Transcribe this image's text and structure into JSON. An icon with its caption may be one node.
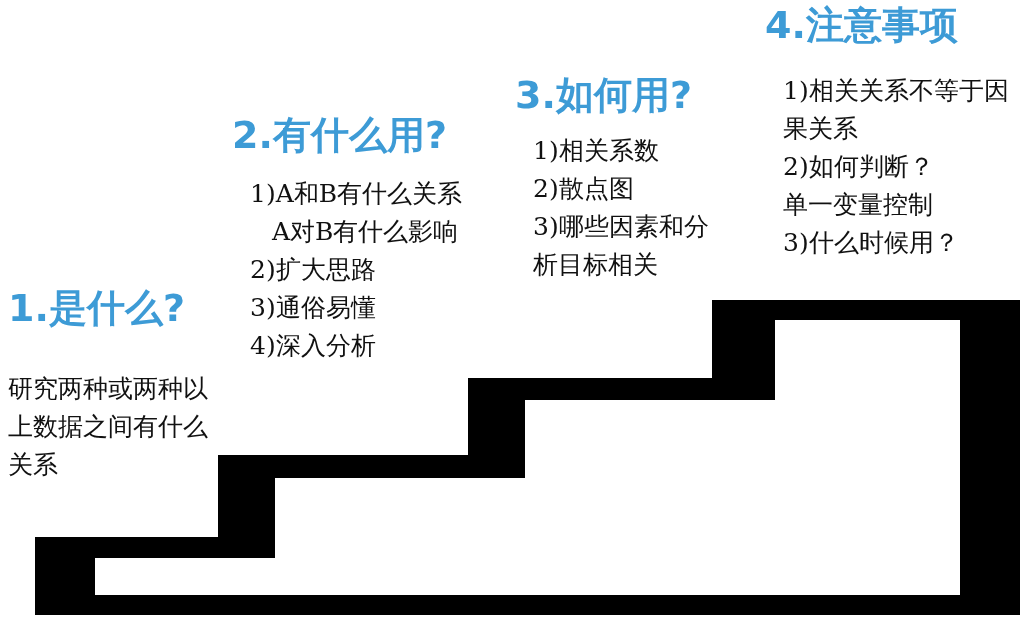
{
  "diagram": {
    "nodes": [
      {
        "text": [
          "1.是什么?",
          "研究两种或两种以上数据之间有什么关系"
        ]
      },
      {
        "text": [
          "2.有什么用?",
          "1)A和B有什么关系",
          "A对B有什么影响",
          "2)扩大思路",
          "3)通俗易懂",
          "4)深入分析"
        ]
      },
      {
        "text": [
          "3.如何用?",
          "1)相关系数",
          "2)散点图",
          "3)哪些因素和分析目标相关"
        ]
      },
      {
        "text": [
          "4.注意事项",
          "1)相关关系不等于因果关系",
          "2)如何判断？",
          "单一变量控制",
          "3)什么时候用？"
        ]
      }
    ]
  }
}
